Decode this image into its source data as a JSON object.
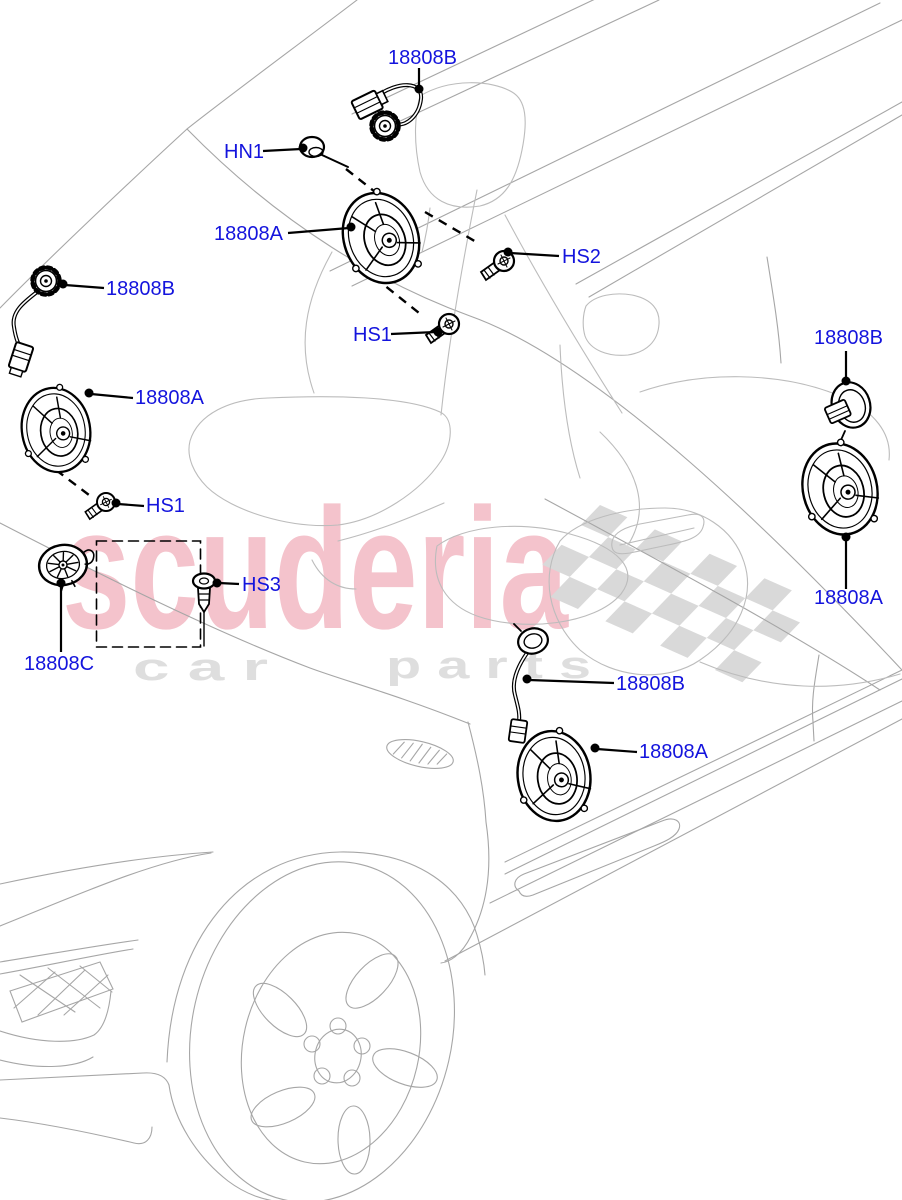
{
  "watermark": {
    "brand": "scuderia",
    "sub_left": "c a r",
    "sub_right": "p a r t s"
  },
  "colors": {
    "label_blue": "#1414dd",
    "watermark_pink": "#f4c3cc",
    "watermark_gray": "#dedede",
    "car_line_gray": "#a6a6a6",
    "checker_gray": "#d9d9d9",
    "part_line_black": "#000000"
  },
  "labels": [
    {
      "id": "roof-tweeter",
      "text": "18808B"
    },
    {
      "id": "headliner-clip",
      "text": "HN1"
    },
    {
      "id": "front-door-speaker",
      "text": "18808A"
    },
    {
      "id": "screw-hs2",
      "text": "HS2"
    },
    {
      "id": "apillar-tweeter",
      "text": "18808B"
    },
    {
      "id": "screw-hs1-upper",
      "text": "HS1"
    },
    {
      "id": "rear-door-tweeter",
      "text": "18808B"
    },
    {
      "id": "left-door-speaker",
      "text": "18808A"
    },
    {
      "id": "screw-hs1-lower",
      "text": "HS1"
    },
    {
      "id": "screw-hs3",
      "text": "HS3"
    },
    {
      "id": "rear-door-speaker",
      "text": "18808A"
    },
    {
      "id": "dash-tweeter",
      "text": "18808C"
    },
    {
      "id": "lower-door-tweeter",
      "text": "18808B"
    },
    {
      "id": "lower-door-speaker",
      "text": "18808A"
    }
  ]
}
